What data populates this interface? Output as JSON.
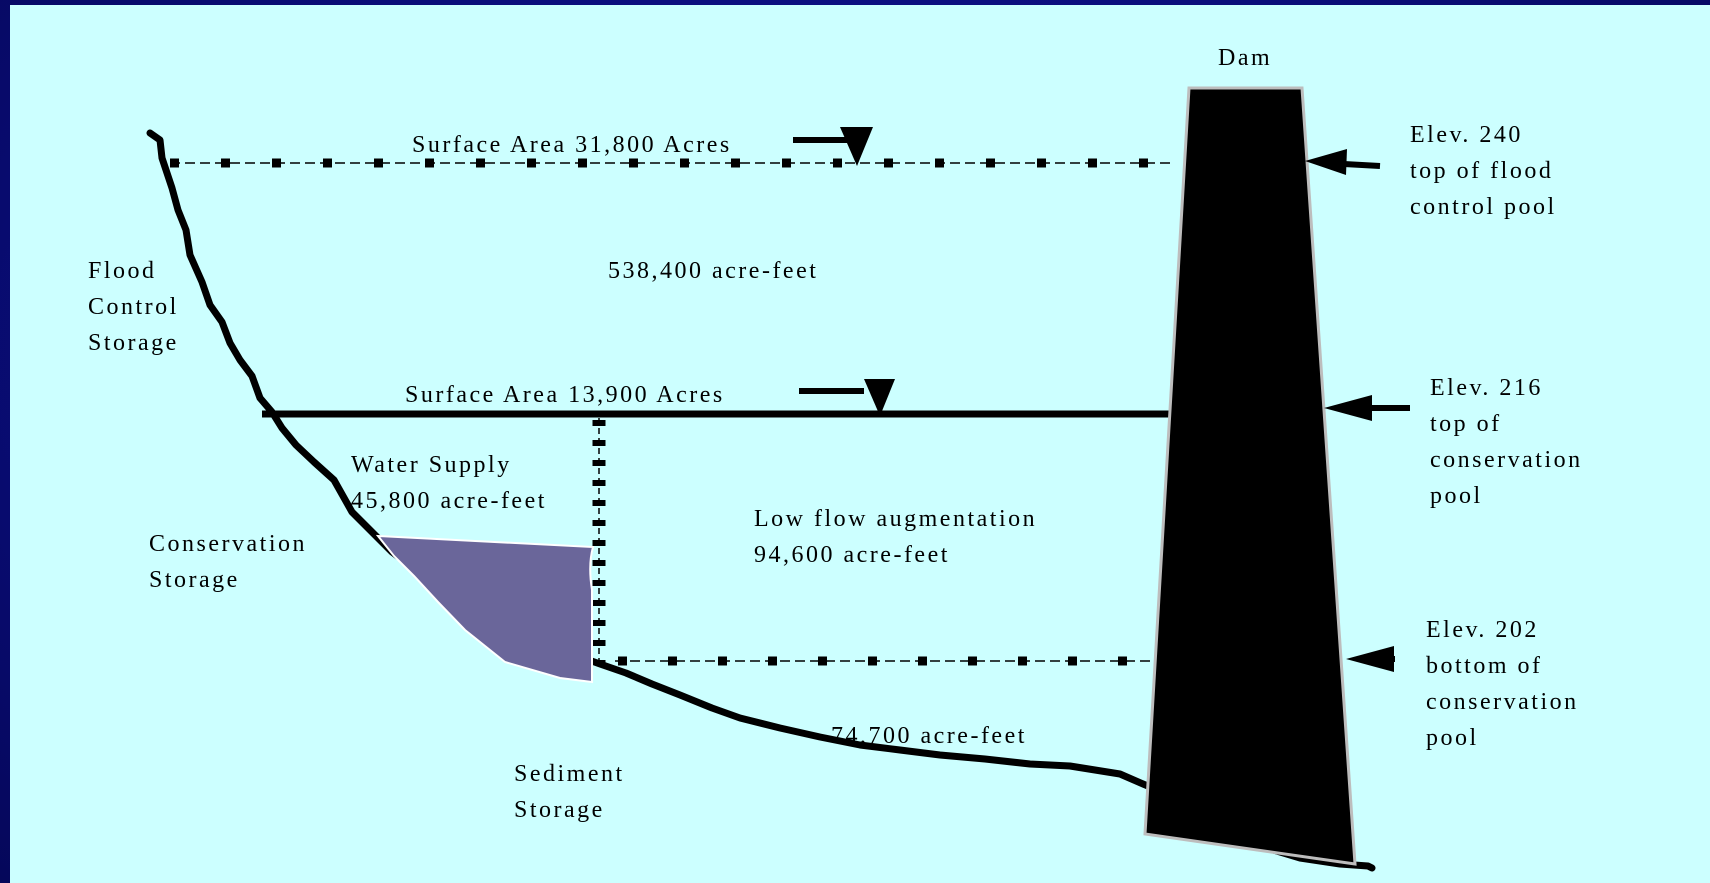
{
  "colors": {
    "background": "#0b0f7a",
    "panel": "#ccffff",
    "dam": "#000000",
    "water_supply": "#6a669a",
    "ink": "#000000"
  },
  "labels": {
    "dam": "Dam",
    "surface_area_top": "Surface Area 31,800 Acres",
    "surface_area_mid": "Surface Area 13,900 Acres",
    "flood_volume": "538,400 acre-feet",
    "flood_storage": "Flood\nControl\nStorage",
    "water_supply": "Water Supply\n45,800 acre-feet",
    "conservation_storage": "Conservation\nStorage",
    "low_flow": "Low flow augmentation\n94,600 acre-feet",
    "sediment_volume": "74,700 acre-feet",
    "sediment_storage": "Sediment\nStorage",
    "elev_240": "Elev. 240\ntop of flood\ncontrol pool",
    "elev_216": "Elev. 216\ntop of\nconservation\npool",
    "elev_202": "Elev. 202\nbottom of\nconservation\npool"
  },
  "icons": {
    "water_level": "inverted-triangle-marker",
    "elevation_pointer": "left-arrow"
  }
}
